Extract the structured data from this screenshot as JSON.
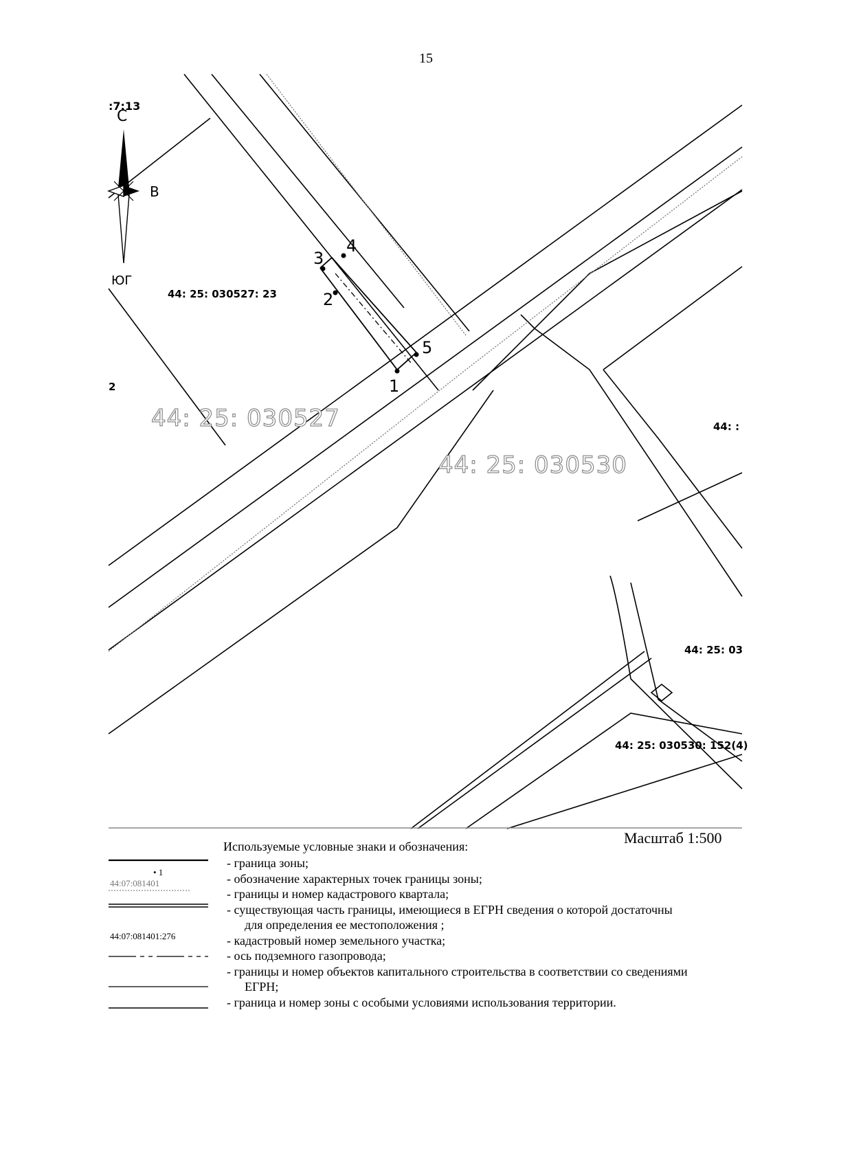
{
  "page_number": "15",
  "compass": {
    "north": "С",
    "east": "В",
    "south": "ЮГ",
    "top_fragment": ":7:13"
  },
  "parcels": {
    "p_23": "44: 25: 030527: 23",
    "p_152": "44: 25: 030530: 152(4)",
    "p_right1": "44: 25: 03",
    "p_right2": "44: :",
    "left_2": "2"
  },
  "quarters": {
    "q1": "44: 25: 030527",
    "q2": "44: 25: 030530"
  },
  "points": [
    "1",
    "2",
    "3",
    "4",
    "5"
  ],
  "scale": "Масштаб 1:500",
  "legend": {
    "title": "Используемые условные знаки и обозначения:",
    "sym_point": "• 1",
    "sym_quarter": "44:07:081401",
    "sym_parcel": "44:07:081401:276",
    "items": [
      "- граница зоны;",
      "- обозначение характерных точек границы зоны;",
      "- границы и номер кадастрового квартала;",
      "- существующая часть границы, имеющиеся в ЕГРН сведения о которой достаточны",
      "для определения ее местоположения ;",
      "- кадастровый номер земельного участка;",
      "- ось подземного газопровода;",
      "- границы и номер объектов капитального строительства в соответствии со сведениями",
      "ЕГРН;",
      "- граница и номер зоны с особыми условиями использования территории."
    ]
  }
}
